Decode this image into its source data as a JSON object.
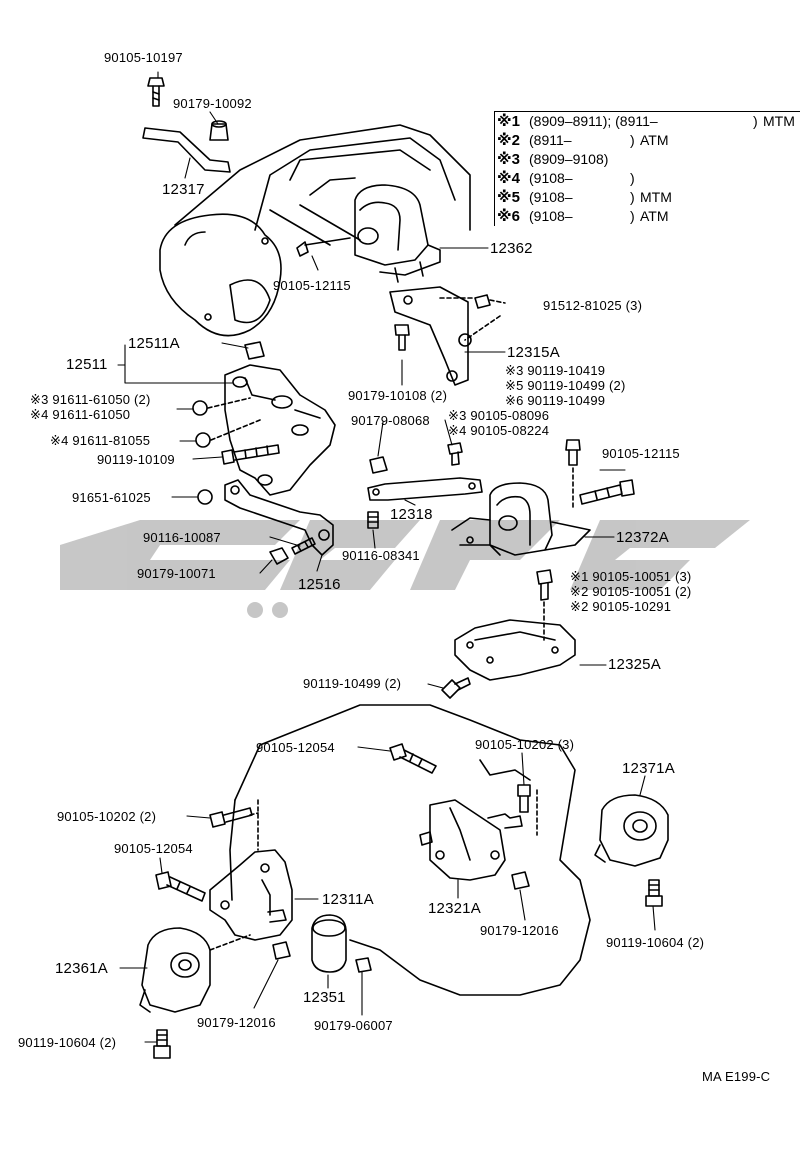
{
  "diagram_code": "MA E199-C",
  "legend": [
    {
      "mark": "※1",
      "range": "(8909–8911); (8911–",
      "close": ")",
      "type": "MTM"
    },
    {
      "mark": "※2",
      "range": "(8911–",
      "close": ")",
      "type": "ATM"
    },
    {
      "mark": "※3",
      "range": "(8909–9108)",
      "close": "",
      "type": ""
    },
    {
      "mark": "※4",
      "range": "(9108–",
      "close": ")",
      "type": ""
    },
    {
      "mark": "※5",
      "range": "(9108–",
      "close": ")",
      "type": "MTM"
    },
    {
      "mark": "※6",
      "range": "(9108–",
      "close": ")",
      "type": "ATM"
    }
  ],
  "labels": {
    "l01": "90105-10197",
    "l02": "90179-10092",
    "l03": "12317",
    "l04": "12362",
    "l05": "90105-12115",
    "l06": "91512-81025 (3)",
    "l07": "12315A",
    "l08": "※3 90119-10419",
    "l09": "※5 90119-10499 (2)",
    "l10": "※6 90119-10499",
    "l11": "90179-10108 (2)",
    "l12": "12511A",
    "l13": "12511",
    "l14": "※3  91611-61050 (2)",
    "l15": "※4  91611-61050",
    "l16": "※4  91611-81055",
    "l17": "90119-10109",
    "l18": "90179-08068",
    "l19": "※3 90105-08096",
    "l20": "※4 90105-08224",
    "l21": "90105-12115",
    "l22": "91651-61025",
    "l23": "12318",
    "l24": "12372A",
    "l25": "90116-10087",
    "l26": "90116-08341",
    "l27": "90179-10071",
    "l28": "12516",
    "l29": "※1 90105-10051 (3)",
    "l30": "※2 90105-10051 (2)",
    "l31": "※2 90105-10291",
    "l32": "12325A",
    "l33": "90119-10499 (2)",
    "l34": "90105-12054",
    "l35": "90105-10202 (3)",
    "l36": "12371A",
    "l37": "90105-10202 (2)",
    "l38": "90105-12054",
    "l39": "12311A",
    "l40": "12321A",
    "l41": "90179-12016",
    "l42": "90119-10604 (2)",
    "l43": "12361A",
    "l44": "12351",
    "l45": "90179-12016",
    "l46": "90179-06007",
    "l47": "90119-10604 (2)"
  },
  "colors": {
    "line": "#000000",
    "watermark": "#b8b8b8",
    "background": "#ffffff"
  }
}
